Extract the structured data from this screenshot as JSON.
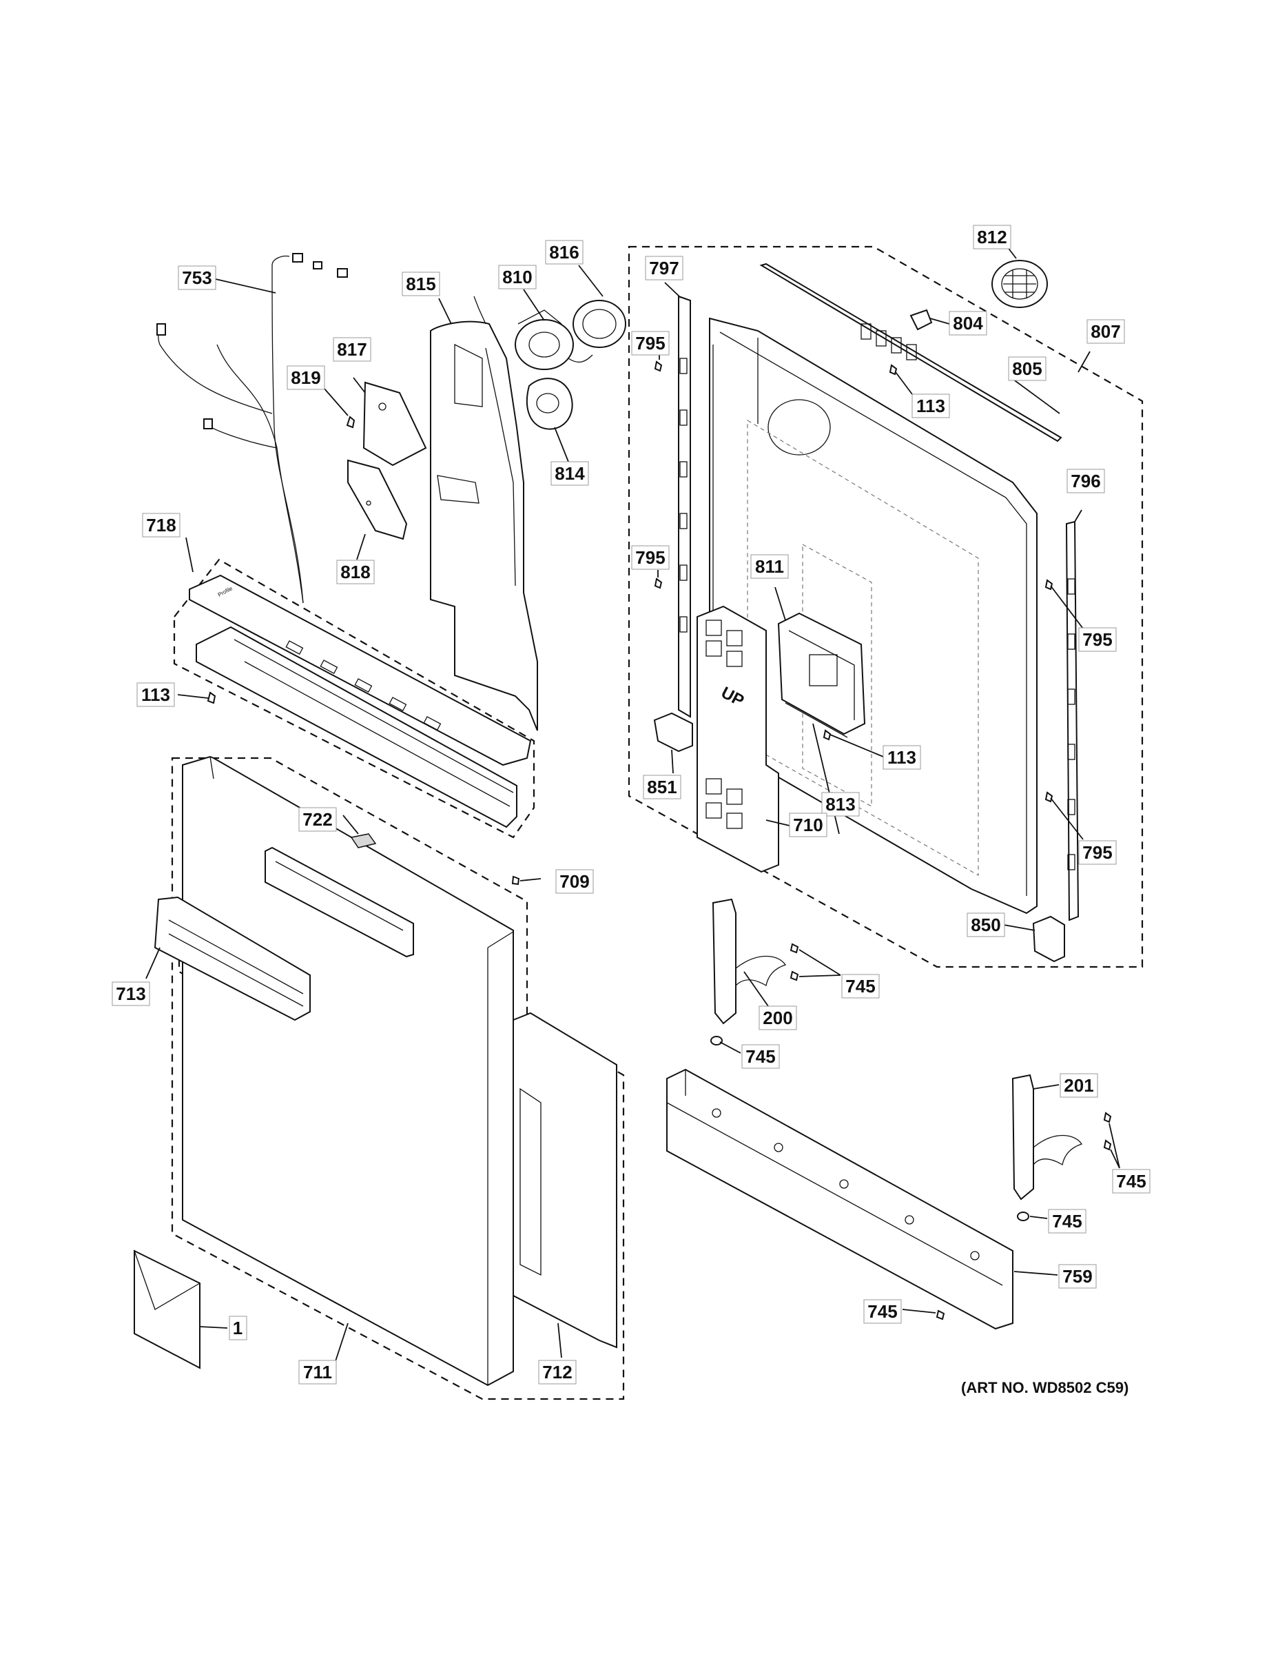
{
  "diagram": {
    "art_number": "(ART NO. WD8502 C59)",
    "callouts": {
      "c753": "753",
      "c815": "815",
      "c810": "810",
      "c816": "816",
      "c817": "817",
      "c819": "819",
      "c814": "814",
      "c818": "818",
      "c718": "718",
      "c113a": "113",
      "c722": "722",
      "c709": "709",
      "c713": "713",
      "c1": "1",
      "c711": "711",
      "c712": "712",
      "c797": "797",
      "c812": "812",
      "c804": "804",
      "c807": "807",
      "c795a": "795",
      "c805": "805",
      "c113b": "113",
      "c796": "796",
      "c795b": "795",
      "c811": "811",
      "c795c": "795",
      "c113c": "113",
      "c851": "851",
      "c813": "813",
      "c710": "710",
      "c795d": "795",
      "c850": "850",
      "c745a": "745",
      "c200": "200",
      "c745b": "745",
      "c201": "201",
      "c745c": "745",
      "c745d": "745",
      "c759": "759",
      "c745e": "745"
    },
    "panel_logo_text": "Profile",
    "tank_label_text": "UP"
  }
}
